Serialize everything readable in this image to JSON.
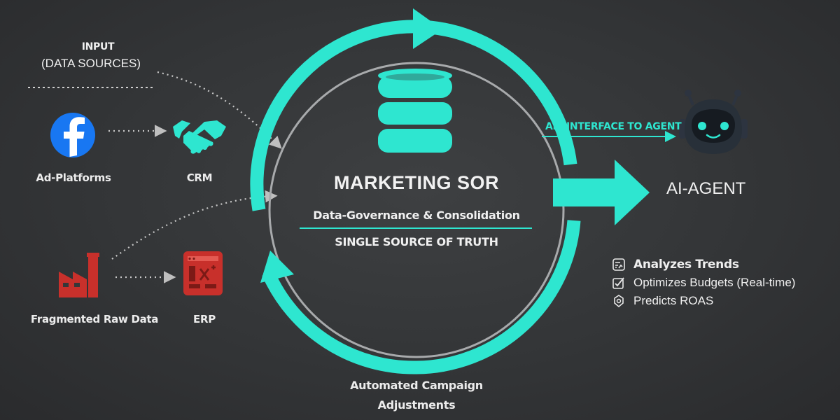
{
  "input": {
    "title": "INPUT",
    "subtitle": "(DATA SOURCES)"
  },
  "sources": {
    "ad_platforms": "Ad-Platforms",
    "crm": "CRM",
    "fragmented": "Fragmented Raw Data",
    "erp": "ERP"
  },
  "sor": {
    "title": "MARKETING SOR",
    "subtitle": "Data-Governance & Consolidation",
    "tagline": "SINGLE SOURCE OF TRUTH"
  },
  "api": {
    "label": "API INTERFACE TO AGENT"
  },
  "agent": {
    "name": "AI-AGENT",
    "features": [
      {
        "icon": "chart-list-icon",
        "label": "Analyzes Trends"
      },
      {
        "icon": "checkbox-icon",
        "label": "Optimizes Budgets (Real-time)"
      },
      {
        "icon": "gear-badge-icon",
        "label": "Predicts ROAS"
      }
    ]
  },
  "loop": {
    "label_line1": "Automated Campaign",
    "label_line2": "Adjustments"
  },
  "colors": {
    "accent": "#2ee6d0",
    "facebook": "#1877f2",
    "source_red": "#c8302b",
    "background": "#353739"
  }
}
